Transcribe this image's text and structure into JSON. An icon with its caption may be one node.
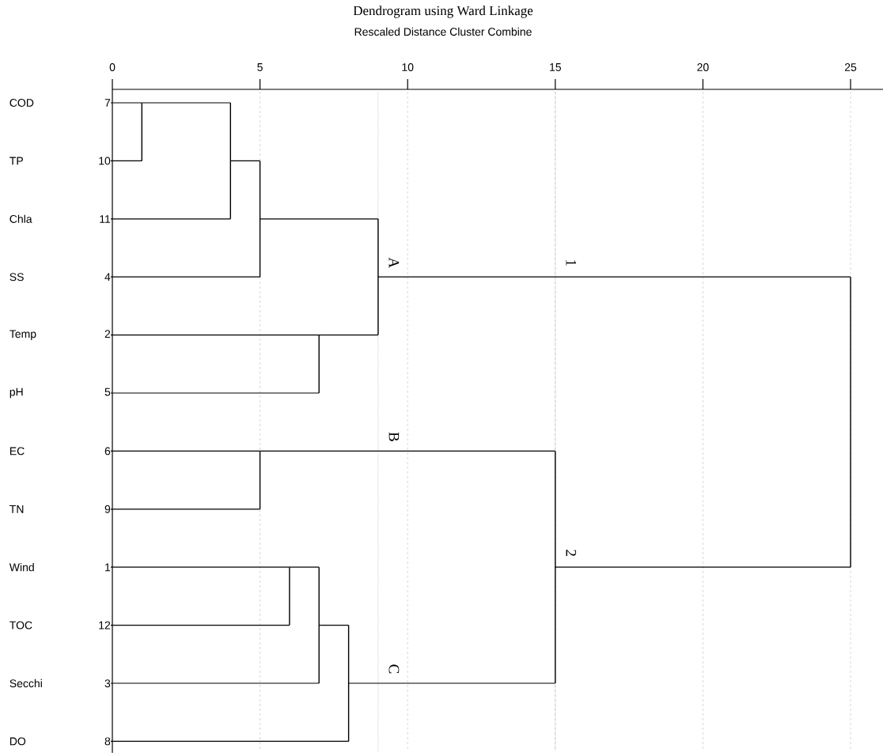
{
  "diagram": {
    "title": "Dendrogram using Ward Linkage",
    "nodes": [
      {
        "text": [
          "COD"
        ],
        "beside": [
          "7"
        ]
      },
      {
        "text": [
          "TP"
        ],
        "beside": [
          "10"
        ]
      },
      {
        "text": [
          "Chla"
        ],
        "beside": [
          "11"
        ]
      },
      {
        "text": [
          "SS"
        ],
        "beside": [
          "4"
        ]
      },
      {
        "text": [
          "Temp"
        ],
        "beside": [
          "2"
        ]
      },
      {
        "text": [
          "pH"
        ],
        "beside": [
          "5"
        ]
      },
      {
        "text": [
          "EC"
        ],
        "beside": [
          "6"
        ]
      },
      {
        "text": [
          "TN"
        ],
        "beside": [
          "9"
        ]
      },
      {
        "text": [
          "Wind"
        ],
        "beside": [
          "1"
        ]
      },
      {
        "text": [
          "TOC"
        ],
        "beside": [
          "12"
        ]
      },
      {
        "text": [
          "Secchi"
        ],
        "beside": [
          "3"
        ]
      },
      {
        "text": [
          "DO"
        ],
        "beside": [
          "8"
        ]
      },
      {
        "text": [],
        "shape": "bar"
      },
      {
        "text": [],
        "shape": "bar"
      },
      {
        "text": [],
        "shape": "bar"
      },
      {
        "text": [],
        "shape": "bar"
      },
      {
        "text": [],
        "shape": "bar"
      },
      {
        "text": [],
        "shape": "bar"
      },
      {
        "text": [],
        "shape": "bar"
      },
      {
        "text": [],
        "shape": "bar"
      },
      {
        "text": [],
        "shape": "bar"
      },
      {
        "text": [],
        "shape": "bar"
      },
      {
        "text": [],
        "shape": "bar"
      }
    ],
    "edges": [
      {
        "from": 0,
        "to": 12,
        "arrow": "none"
      },
      {
        "from": 1,
        "to": 12,
        "arrow": "none"
      },
      {
        "from": 12,
        "to": 13,
        "arrow": "none"
      },
      {
        "from": 2,
        "to": 13,
        "arrow": "none"
      },
      {
        "from": 13,
        "to": 14,
        "arrow": "none"
      },
      {
        "from": 3,
        "to": 14,
        "arrow": "none"
      },
      {
        "from": 4,
        "to": 15,
        "arrow": "none"
      },
      {
        "from": 5,
        "to": 15,
        "arrow": "none"
      },
      {
        "from": 14,
        "to": 16,
        "arrow": "none"
      },
      {
        "from": 15,
        "to": 16,
        "arrow": "none"
      },
      {
        "from": 6,
        "to": 17,
        "arrow": "none"
      },
      {
        "from": 7,
        "to": 17,
        "arrow": "none"
      },
      {
        "from": 8,
        "to": 18,
        "arrow": "none"
      },
      {
        "from": 9,
        "to": 18,
        "arrow": "none"
      },
      {
        "from": 18,
        "to": 19,
        "arrow": "none"
      },
      {
        "from": 10,
        "to": 19,
        "arrow": "none"
      },
      {
        "from": 19,
        "to": 20,
        "arrow": "none"
      },
      {
        "from": 11,
        "to": 20,
        "arrow": "none"
      },
      {
        "from": 17,
        "to": 21,
        "arrow": "none"
      },
      {
        "from": 20,
        "to": 21,
        "arrow": "none"
      },
      {
        "from": 16,
        "to": 22,
        "arrow": "none"
      },
      {
        "from": 21,
        "to": 22,
        "arrow": "none"
      }
    ],
    "labels": [
      "Rescaled Distance Cluster Combine",
      "0",
      "5",
      "10",
      "15",
      "20",
      "25",
      "A",
      "1",
      "B",
      "2",
      "C"
    ]
  }
}
